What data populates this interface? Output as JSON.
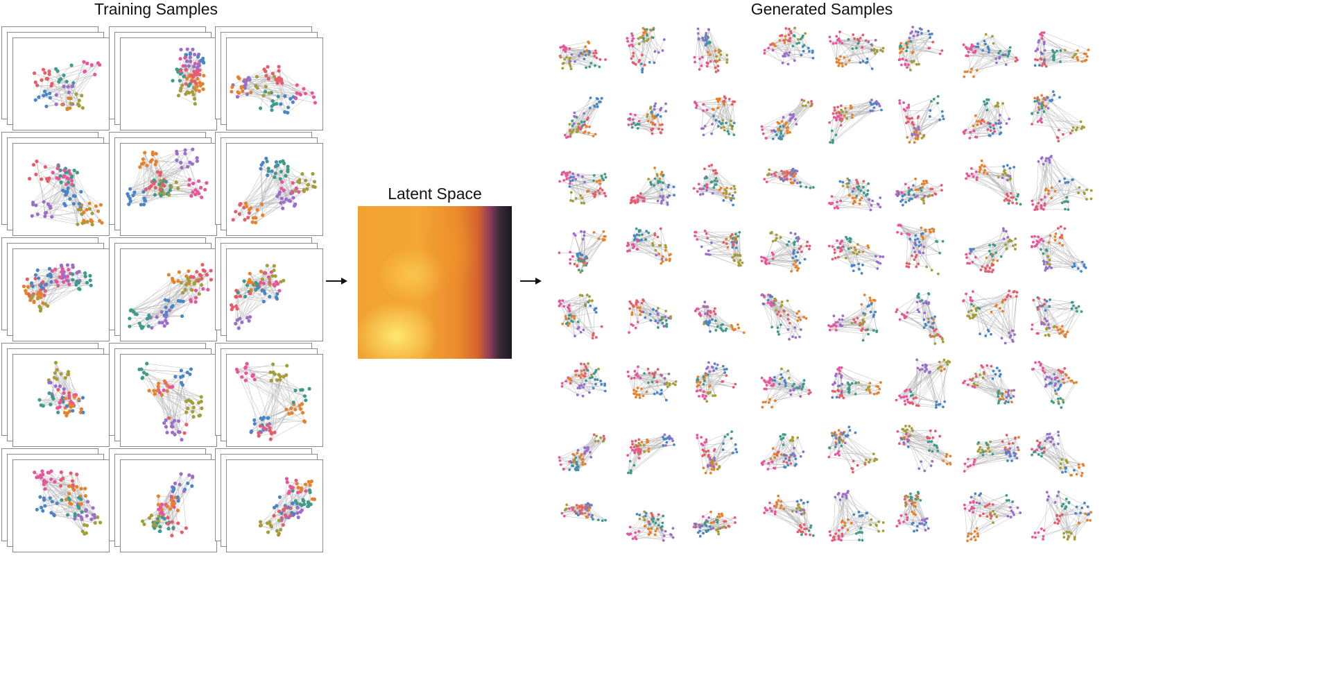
{
  "titles": {
    "training": "Training Samples",
    "latent": "Latent Space",
    "generated": "Generated Samples"
  },
  "palette": [
    "#e8559a",
    "#4a86c5",
    "#3e9b8c",
    "#a59c3a",
    "#9a6fc9",
    "#e6812c",
    "#e55c6b",
    "#5ea0b8",
    "#6f9a4a",
    "#c06ac0"
  ],
  "edge_color": "#b8b8b8",
  "training_grid": {
    "rows": 5,
    "cols": 3,
    "stack_depth": 3
  },
  "generated_grid": {
    "rows": 8,
    "cols": 8
  },
  "icons": {
    "arrow1": "right-arrow-icon",
    "arrow2": "right-arrow-icon"
  }
}
